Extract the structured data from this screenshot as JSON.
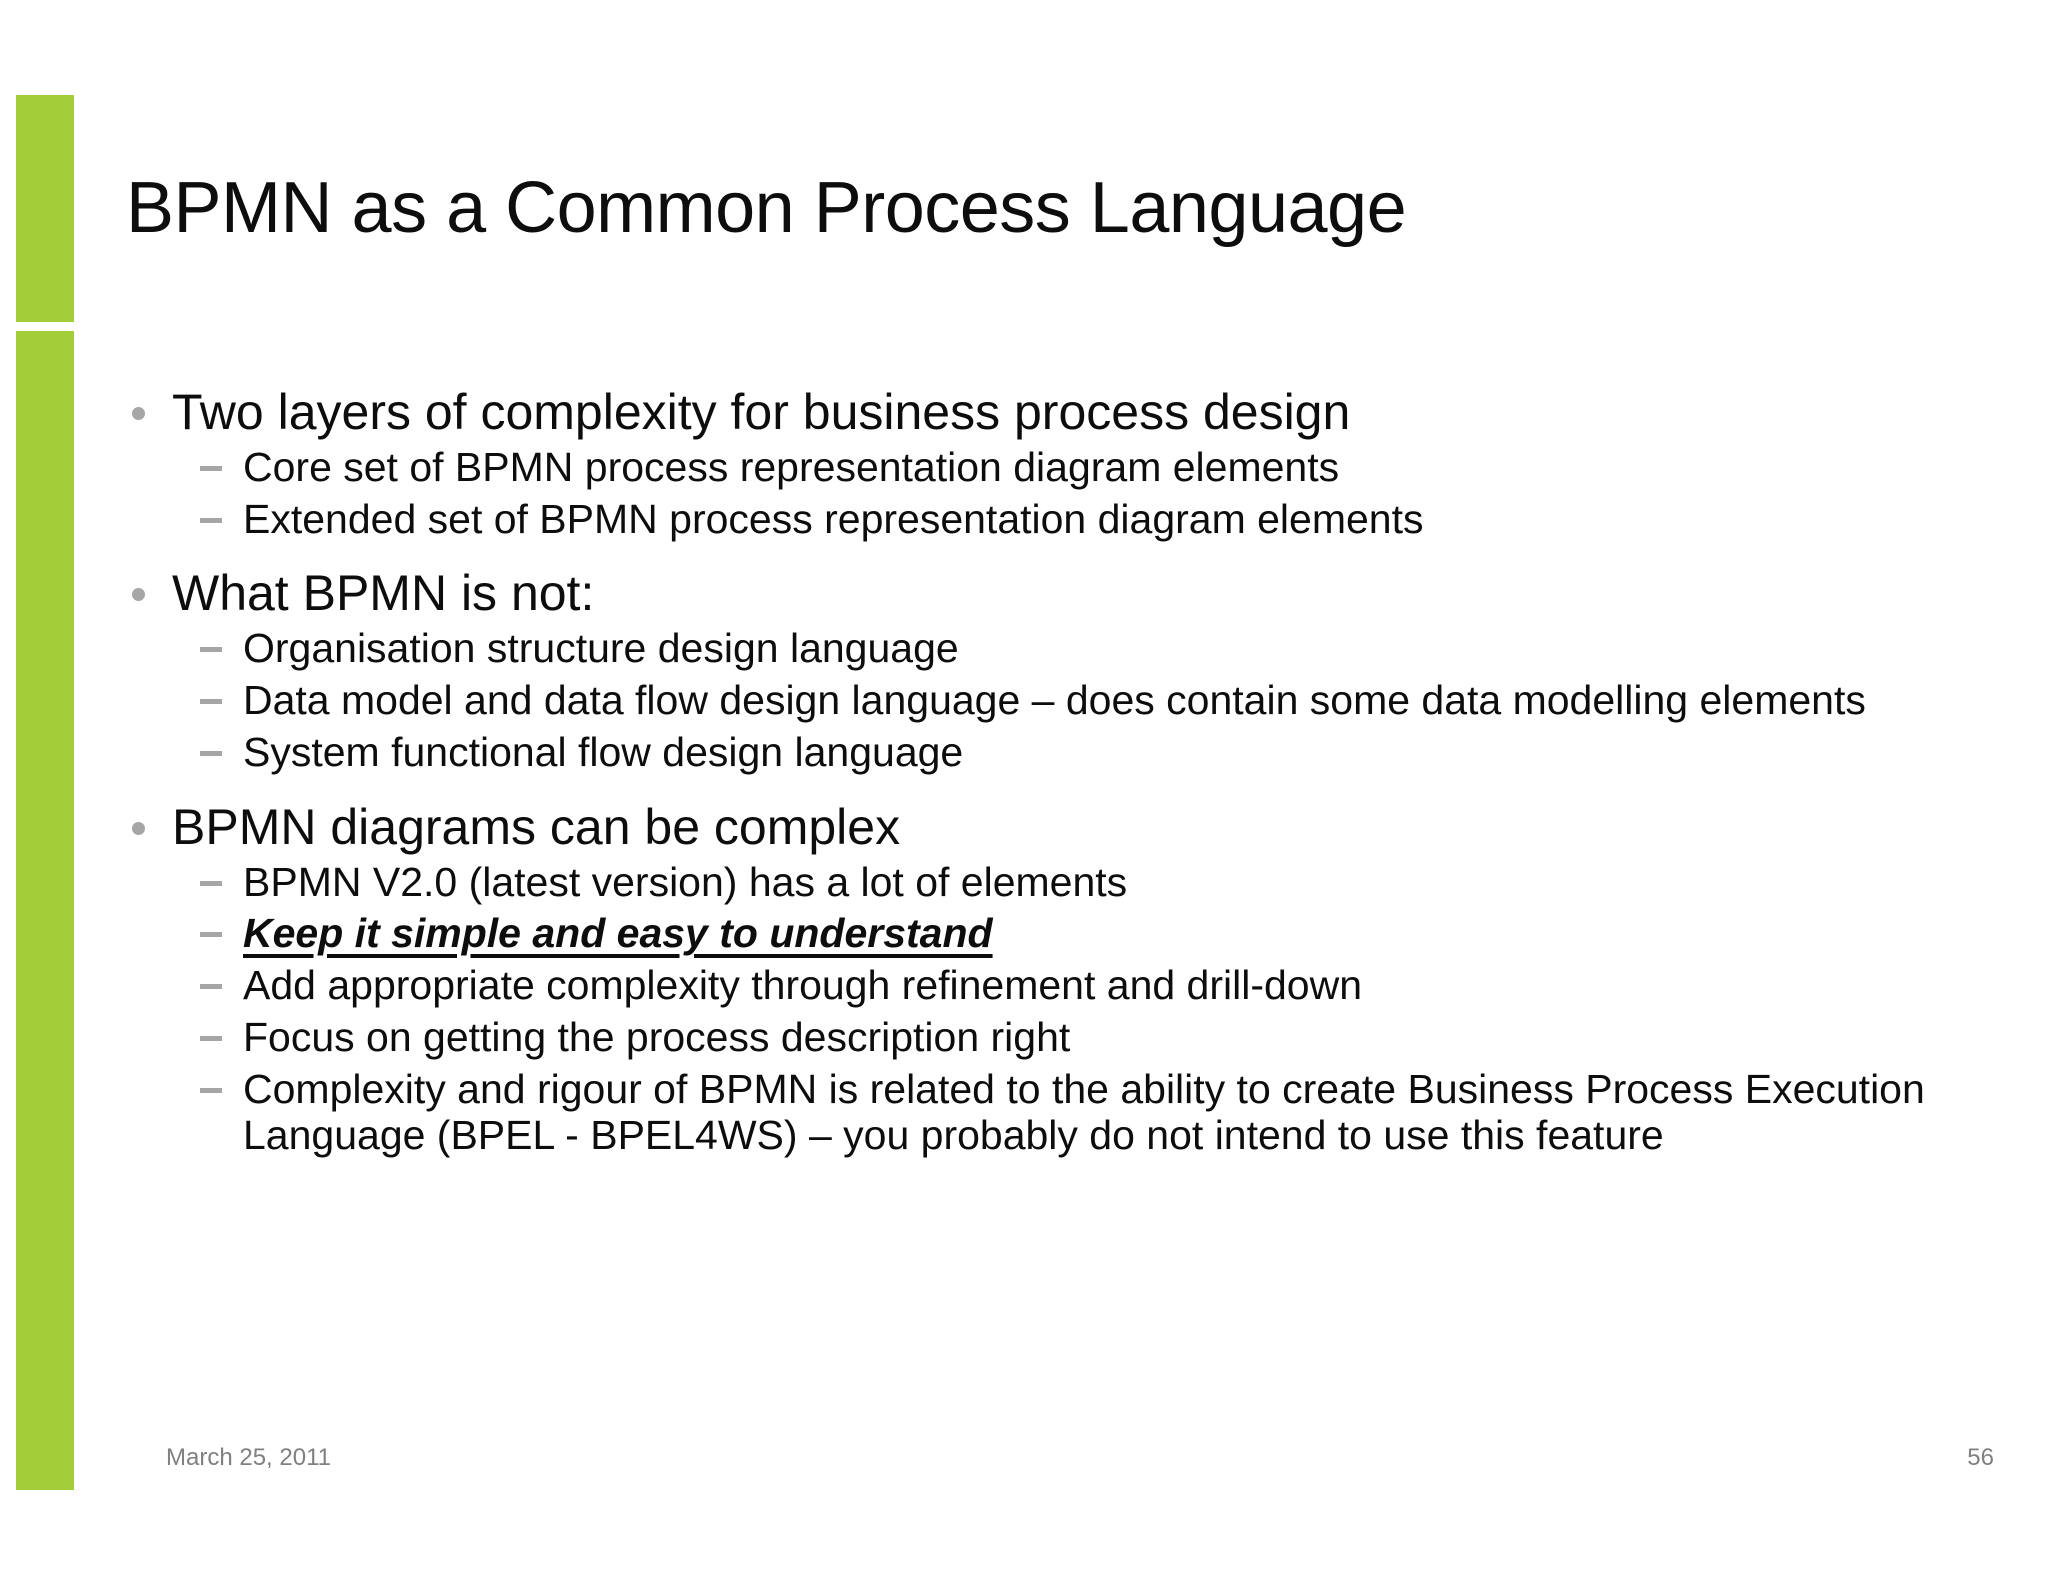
{
  "slide": {
    "title": "BPMN as a Common Process Language",
    "accent_color": "#a3cd39",
    "bullet_color": "#a6a6a6",
    "text_color": "#0d0d0d",
    "footer_color": "#808080"
  },
  "groups": [
    {
      "heading": "Two layers of complexity for business process design",
      "sub": [
        {
          "text": "Core set of BPMN process representation diagram elements",
          "emphasis": false
        },
        {
          "text": "Extended set of BPMN process representation diagram elements",
          "emphasis": false
        }
      ]
    },
    {
      "heading": "What BPMN is not:",
      "sub": [
        {
          "text": "Organisation structure design language",
          "emphasis": false
        },
        {
          "text": "Data model and data flow design language – does contain some data modelling elements",
          "emphasis": false
        },
        {
          "text": "System functional flow design language",
          "emphasis": false
        }
      ]
    },
    {
      "heading": "BPMN diagrams can be complex",
      "sub": [
        {
          "text": "BPMN V2.0 (latest version) has a lot of elements",
          "emphasis": false
        },
        {
          "text": "Keep it simple and easy to understand",
          "emphasis": true
        },
        {
          "text": "Add appropriate complexity through refinement and drill-down",
          "emphasis": false
        },
        {
          "text": "Focus on getting the process description right",
          "emphasis": false
        },
        {
          "text": "Complexity and rigour of BPMN is related to the ability to create Business Process Execution Language (BPEL - BPEL4WS) – you probably do not intend to use this feature",
          "emphasis": false
        }
      ]
    }
  ],
  "footer": {
    "date": "March 25, 2011",
    "page_number": "56"
  }
}
